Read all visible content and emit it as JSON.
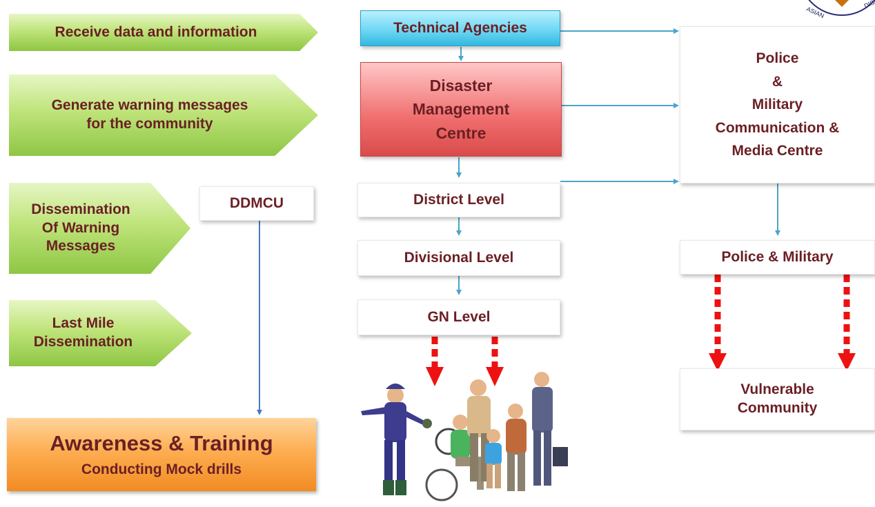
{
  "left_steps": [
    {
      "label": "Receive data and information"
    },
    {
      "label": "Generate warning messages\nfor the community"
    },
    {
      "label": "Dissemination\nOf Warning\nMessages"
    },
    {
      "label": "Last Mile\nDissemination"
    }
  ],
  "ddmcu": {
    "label": "DDMCU"
  },
  "awareness": {
    "title": "Awareness & Training",
    "subtitle": "Conducting Mock drills"
  },
  "center": {
    "technical": "Technical Agencies",
    "dmc": "Disaster\nManagement\nCentre",
    "district": "District Level",
    "divisional": "Divisional  Level",
    "gn": "GN Level"
  },
  "right": {
    "police_comm": "Police\n&\nMilitary\nCommunication &\nMedia Centre",
    "police_military": "Police  & Military",
    "vulnerable": "Vulnerable\nCommunity"
  },
  "logo_text": "ASIAN DISASTER",
  "colors": {
    "text": "#6b1f24",
    "connector": "#4aa5c9",
    "ddmcu_line": "#4a7ab8",
    "dashed": "#ee1111"
  }
}
